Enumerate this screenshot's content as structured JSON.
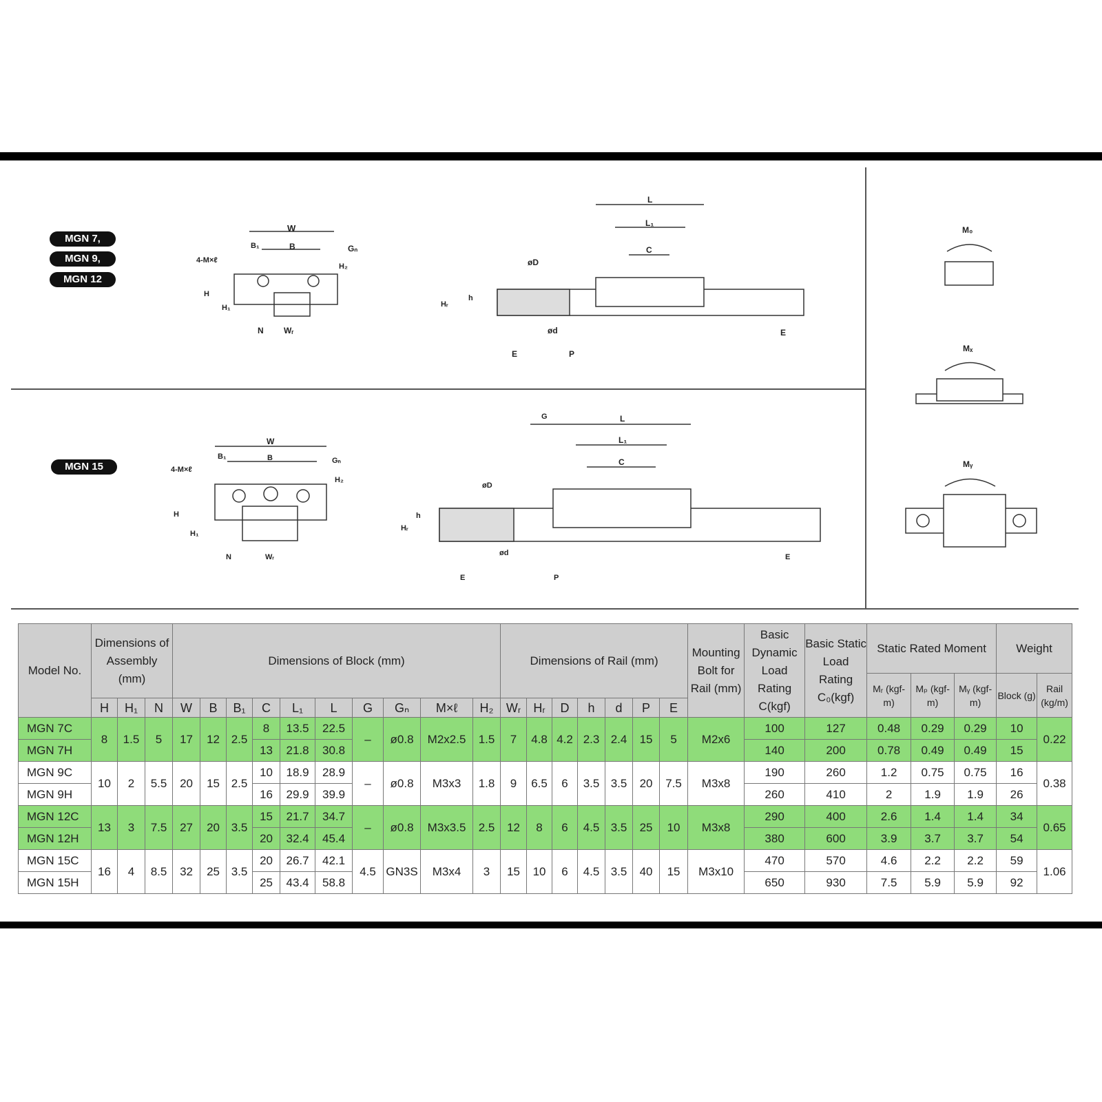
{
  "labels": {
    "group1": [
      "MGN 7,",
      "MGN 9,",
      "MGN 12"
    ],
    "group2": "MGN 15"
  },
  "diagram": {
    "W": "W",
    "B": "B",
    "B1": "B₁",
    "Gn": "Gₙ",
    "M": "4-M×ℓ",
    "H": "H",
    "H1": "H₁",
    "H2": "H₂",
    "N": "N",
    "WR": "Wᵣ",
    "L": "L",
    "L1": "L₁",
    "C": "C",
    "phiD": "øD",
    "phid": "ød",
    "HR": "Hᵣ",
    "h": "h",
    "E": "E",
    "P": "P",
    "G": "G",
    "M0": "M₀",
    "MX": "Mₓ",
    "MY": "Mᵧ"
  },
  "table": {
    "headers": {
      "model": "Model No.",
      "assembly": "Dimensions of Assembly (mm)",
      "block": "Dimensions of Block (mm)",
      "rail": "Dimensions of Rail (mm)",
      "bolt": "Mounting Bolt for Rail (mm)",
      "dynamic": "Basic Dynamic Load Rating C(kgf)",
      "static": "Basic Static Load Rating C₀(kgf)",
      "moment": "Static Rated Moment",
      "weight": "Weight",
      "sub": [
        "H",
        "H₁",
        "N",
        "W",
        "B",
        "B₁",
        "C",
        "L₁",
        "L",
        "G",
        "Gₙ",
        "M×ℓ",
        "H₂",
        "Wᵣ",
        "Hᵣ",
        "D",
        "h",
        "d",
        "P",
        "E"
      ],
      "mr": "Mᵣ (kgf-m)",
      "mp": "Mₚ (kgf-m)",
      "my": "Mᵧ (kgf-m)",
      "block_w": "Block (g)",
      "rail_w": "Rail (kg/m)"
    },
    "groups": [
      {
        "H": "8",
        "H1": "1.5",
        "N": "5",
        "W": "17",
        "B": "12",
        "B1": "2.5",
        "G": "–",
        "Gn": "ø0.8",
        "Ml": "M2x2.5",
        "H2": "1.5",
        "WR": "7",
        "HR": "4.8",
        "D": "4.2",
        "h": "2.3",
        "d": "2.4",
        "P": "15",
        "E": "5",
        "bolt": "M2x6",
        "rail": "0.22",
        "rows": [
          {
            "model": "MGN 7C",
            "C": "8",
            "L1": "13.5",
            "L": "22.5",
            "dyn": "100",
            "stat": "127",
            "mr": "0.48",
            "mp": "0.29",
            "my": "0.29",
            "blk": "10"
          },
          {
            "model": "MGN 7H",
            "C": "13",
            "L1": "21.8",
            "L": "30.8",
            "dyn": "140",
            "stat": "200",
            "mr": "0.78",
            "mp": "0.49",
            "my": "0.49",
            "blk": "15"
          }
        ]
      },
      {
        "H": "10",
        "H1": "2",
        "N": "5.5",
        "W": "20",
        "B": "15",
        "B1": "2.5",
        "G": "–",
        "Gn": "ø0.8",
        "Ml": "M3x3",
        "H2": "1.8",
        "WR": "9",
        "HR": "6.5",
        "D": "6",
        "h": "3.5",
        "d": "3.5",
        "P": "20",
        "E": "7.5",
        "bolt": "M3x8",
        "rail": "0.38",
        "rows": [
          {
            "model": "MGN 9C",
            "C": "10",
            "L1": "18.9",
            "L": "28.9",
            "dyn": "190",
            "stat": "260",
            "mr": "1.2",
            "mp": "0.75",
            "my": "0.75",
            "blk": "16"
          },
          {
            "model": "MGN 9H",
            "C": "16",
            "L1": "29.9",
            "L": "39.9",
            "dyn": "260",
            "stat": "410",
            "mr": "2",
            "mp": "1.9",
            "my": "1.9",
            "blk": "26"
          }
        ]
      },
      {
        "H": "13",
        "H1": "3",
        "N": "7.5",
        "W": "27",
        "B": "20",
        "B1": "3.5",
        "G": "–",
        "Gn": "ø0.8",
        "Ml": "M3x3.5",
        "H2": "2.5",
        "WR": "12",
        "HR": "8",
        "D": "6",
        "h": "4.5",
        "d": "3.5",
        "P": "25",
        "E": "10",
        "bolt": "M3x8",
        "rail": "0.65",
        "rows": [
          {
            "model": "MGN 12C",
            "C": "15",
            "L1": "21.7",
            "L": "34.7",
            "dyn": "290",
            "stat": "400",
            "mr": "2.6",
            "mp": "1.4",
            "my": "1.4",
            "blk": "34"
          },
          {
            "model": "MGN 12H",
            "C": "20",
            "L1": "32.4",
            "L": "45.4",
            "dyn": "380",
            "stat": "600",
            "mr": "3.9",
            "mp": "3.7",
            "my": "3.7",
            "blk": "54"
          }
        ]
      },
      {
        "H": "16",
        "H1": "4",
        "N": "8.5",
        "W": "32",
        "B": "25",
        "B1": "3.5",
        "G": "4.5",
        "Gn": "GN3S",
        "Ml": "M3x4",
        "H2": "3",
        "WR": "15",
        "HR": "10",
        "D": "6",
        "h": "4.5",
        "d": "3.5",
        "P": "40",
        "E": "15",
        "bolt": "M3x10",
        "rail": "1.06",
        "rows": [
          {
            "model": "MGN 15C",
            "C": "20",
            "L1": "26.7",
            "L": "42.1",
            "dyn": "470",
            "stat": "570",
            "mr": "4.6",
            "mp": "2.2",
            "my": "2.2",
            "blk": "59"
          },
          {
            "model": "MGN 15H",
            "C": "25",
            "L1": "43.4",
            "L": "58.8",
            "dyn": "650",
            "stat": "930",
            "mr": "7.5",
            "mp": "5.9",
            "my": "5.9",
            "blk": "92"
          }
        ]
      }
    ]
  },
  "colors": {
    "green": "#8fdc7a",
    "header": "#cfcfcf"
  }
}
